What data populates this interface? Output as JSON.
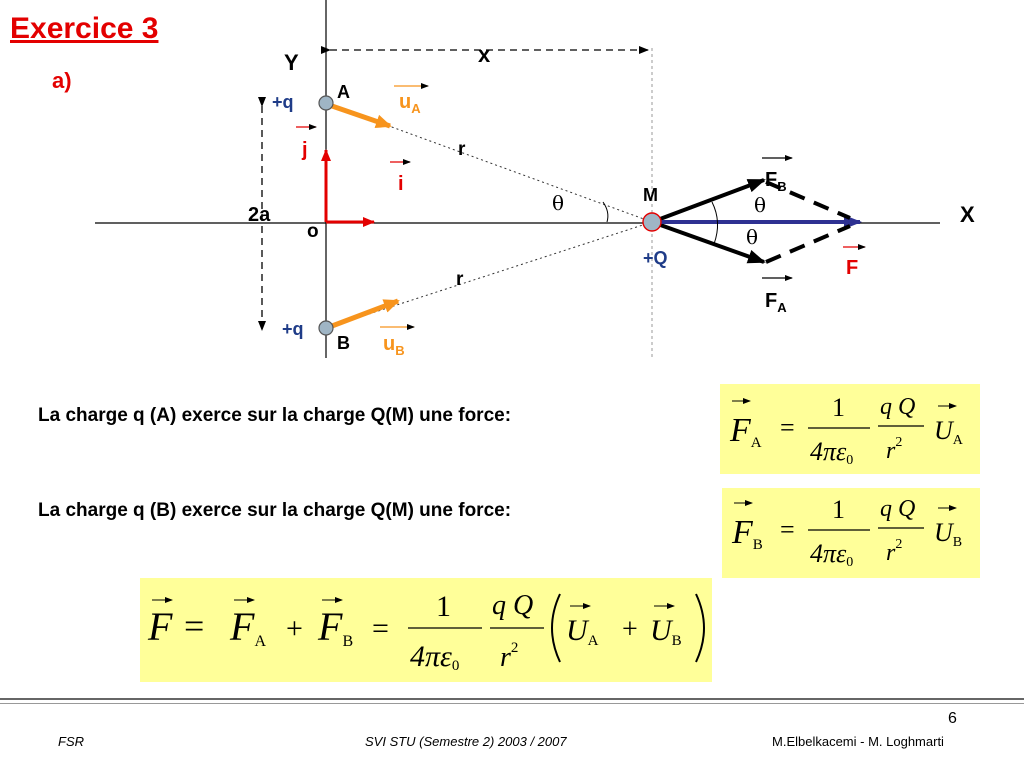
{
  "slide": {
    "title": "Exercice 3",
    "part": "a)",
    "page_number": "6"
  },
  "diagram": {
    "axis_y": "Y",
    "axis_x": "X",
    "dist_x": "x",
    "point_a": "A",
    "point_b": "B",
    "point_m": "M",
    "origin": "o",
    "charge_a": "+q",
    "charge_b": "+q",
    "charge_m": "+Q",
    "dist_2a": "2a",
    "r_top": "r",
    "r_bottom": "r",
    "vec_j": "j",
    "vec_i": "i",
    "vec_ua": "u",
    "vec_ua_sub": "A",
    "vec_ub": "u",
    "vec_ub_sub": "B",
    "force_fb": "F",
    "force_fb_sub": "B",
    "force_fa": "F",
    "force_fa_sub": "A",
    "force_f": "F",
    "theta_left": "θ",
    "theta_upper": "θ",
    "theta_lower": "θ",
    "colors": {
      "title": "#e30000",
      "unit_vectors": "#e30000",
      "u_vectors": "#f7941d",
      "charges_text": "#1f3c88",
      "resultant": "#2e3192",
      "formula_bg": "#ffff99"
    }
  },
  "statements": {
    "a": "La charge q (A) exerce  sur la charge Q(M) une force:",
    "b": "La charge q (B) exerce  sur la charge Q(M) une force:"
  },
  "formulas": {
    "fa": {
      "lhs": "F",
      "lhs_sub": "A",
      "eq": "=",
      "num": "1",
      "den": "4πε",
      "den_sub": "0",
      "qnum": "q Q",
      "qden": "r",
      "qden_exp": "2",
      "u": "U",
      "u_sub": "A"
    },
    "fb": {
      "lhs": "F",
      "lhs_sub": "B",
      "eq": "=",
      "num": "1",
      "den": "4πε",
      "den_sub": "0",
      "qnum": "q Q",
      "qden": "r",
      "qden_exp": "2",
      "u": "U",
      "u_sub": "B"
    },
    "sum": {
      "f": "F",
      "eq1": "=",
      "fa": "F",
      "fa_sub": "A",
      "plus1": "+",
      "fb": "F",
      "fb_sub": "B",
      "eq2": "=",
      "num": "1",
      "den": "4πε",
      "den_sub": "0",
      "qnum": "q Q",
      "qden": "r",
      "qden_exp": "2",
      "ua": "U",
      "ua_sub": "A",
      "plus2": "+",
      "ub": "U",
      "ub_sub": "B"
    }
  },
  "footer": {
    "left": "FSR",
    "center": "SVI STU  (Semestre 2) 2003 / 2007",
    "right": "M.Elbelkacemi - M. Loghmarti"
  }
}
